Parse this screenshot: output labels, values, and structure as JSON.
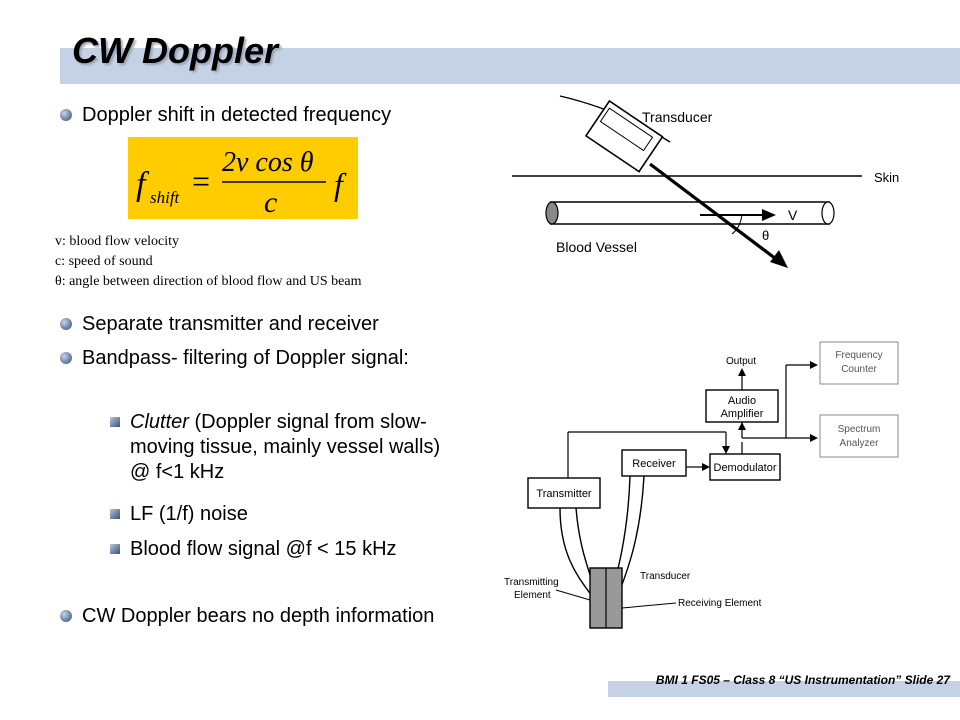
{
  "slide": {
    "title": "CW Doppler",
    "footer": "BMI 1 FS05 – Class 8 “US Instrumentation”  Slide 27"
  },
  "bullets": {
    "b1": "Doppler shift in detected frequency",
    "b2": "Separate transmitter and receiver",
    "b3": "Bandpass- filtering of Doppler signal:",
    "sub1_italic": "Clutter",
    "sub1_rest": " (Doppler signal from slow-moving tissue, mainly vessel walls) @ f<1 kHz",
    "sub2": "LF (1/f) noise",
    "sub3": "Blood flow signal @f < 15 kHz",
    "b4": "CW Doppler bears no depth information"
  },
  "formula": {
    "lhs": "f",
    "lhs_sub": "shift",
    "eq": "=",
    "numerator": "2v cos θ",
    "denominator": "c",
    "rhs": "f"
  },
  "variables": {
    "v": "v: blood flow velocity",
    "c": "c: speed of sound",
    "theta": "θ: angle between direction of blood flow and US beam"
  },
  "figure_top": {
    "transducer": "Transducer",
    "skin": "Skin",
    "vessel": "Blood Vessel",
    "velocity": "V",
    "angle": "θ"
  },
  "figure_bottom": {
    "output": "Output",
    "audio_amp_1": "Audio",
    "audio_amp_2": "Amplifier",
    "freq_counter_1": "Frequency",
    "freq_counter_2": "Counter",
    "spectrum_1": "Spectrum",
    "spectrum_2": "Analyzer",
    "receiver": "Receiver",
    "demodulator": "Demodulator",
    "transmitter": "Transmitter",
    "transducer": "Transducer",
    "tx_element_1": "Transmitting",
    "tx_element_2": "Element",
    "rx_element": "Receiving Element"
  }
}
